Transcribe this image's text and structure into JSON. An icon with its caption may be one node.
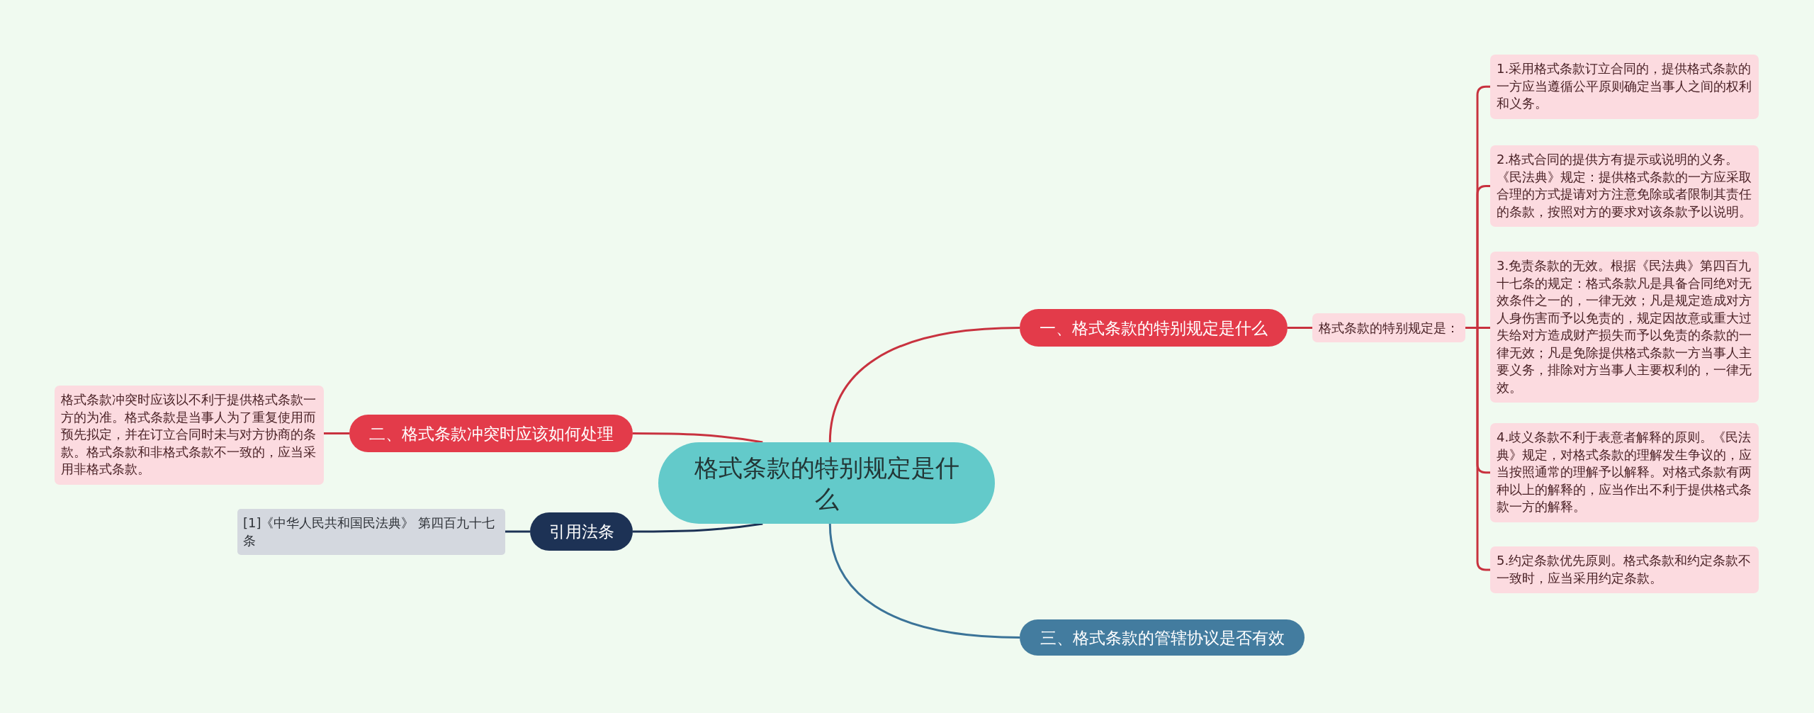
{
  "diagram": {
    "nodes": [
      {
        "text": [
          "格式条款的特别规定是什么"
        ]
      },
      {
        "text": [
          "一、格式条款的特别规定是什么"
        ]
      },
      {
        "text": [
          "格式条款的特别规定是："
        ]
      },
      {
        "text": [
          "1.采用格式条款订立合同的，提供格式条款的一方应当遵循公平原则确定当事人之间的权利和义务。"
        ]
      },
      {
        "text": [
          "2.格式合同的提供方有提示或说明的义务。《民法典》规定：提供格式条款的一方应采取合理的方式提请对方注意免除或者限制其责任的条款，按照对方的要求对该条款予以说明。"
        ]
      },
      {
        "text": [
          "3.免责条款的无效。根据《民法典》第四百九十七条的规定：格式条款凡是具备合同绝对无效条件之一的，一律无效；凡是规定造成对方人身伤害而予以免责的，规定因故意或重大过失给对方造成财产损失而予以免责的条款的一律无效；凡是免除提供格式条款一方当事人主要义务，排除对方当事人主要权利的，一律无效。"
        ]
      },
      {
        "text": [
          "4.歧义条款不利于表意者解释的原则。《民法典》规定，对格式条款的理解发生争议的，应当按照通常的理解予以解释。对格式条款有两种以上的解释的，应当作出不利于提供格式条款一方的解释。"
        ]
      },
      {
        "text": [
          "5.约定条款优先原则。格式条款和约定条款不一致时，应当采用约定条款。"
        ]
      },
      {
        "text": [
          "二、格式条款冲突时应该如何处理"
        ]
      },
      {
        "text": [
          "格式条款冲突时应该以不利于提供格式条款一方的为准。格式条款是当事人为了重复使用而预先拟定，并在订立合同时未与对方协商的条款。格式条款和非格式条款不一致的，应当采用非格式条款。"
        ]
      },
      {
        "text": [
          "引用法条"
        ]
      },
      {
        "text": [
          "[1]《中华人民共和国民法典》 第四百九十七条"
        ]
      },
      {
        "text": [
          "三、格式条款的管辖协议是否有效"
        ]
      }
    ],
    "edges": [
      {
        "from": 0,
        "to": 1,
        "arrow": "none"
      },
      {
        "from": 1,
        "to": 2,
        "arrow": "none"
      },
      {
        "from": 2,
        "to": 3,
        "arrow": "none"
      },
      {
        "from": 2,
        "to": 4,
        "arrow": "none"
      },
      {
        "from": 2,
        "to": 5,
        "arrow": "none"
      },
      {
        "from": 2,
        "to": 6,
        "arrow": "none"
      },
      {
        "from": 2,
        "to": 7,
        "arrow": "none"
      },
      {
        "from": 0,
        "to": 8,
        "arrow": "none"
      },
      {
        "from": 8,
        "to": 9,
        "arrow": "none"
      },
      {
        "from": 0,
        "to": 10,
        "arrow": "none",
        "color": "#1d3255"
      },
      {
        "from": 10,
        "to": 11,
        "arrow": "none",
        "color": "#1d3255"
      },
      {
        "from": 0,
        "to": 12,
        "arrow": "none",
        "color": "#3b7398"
      }
    ]
  }
}
